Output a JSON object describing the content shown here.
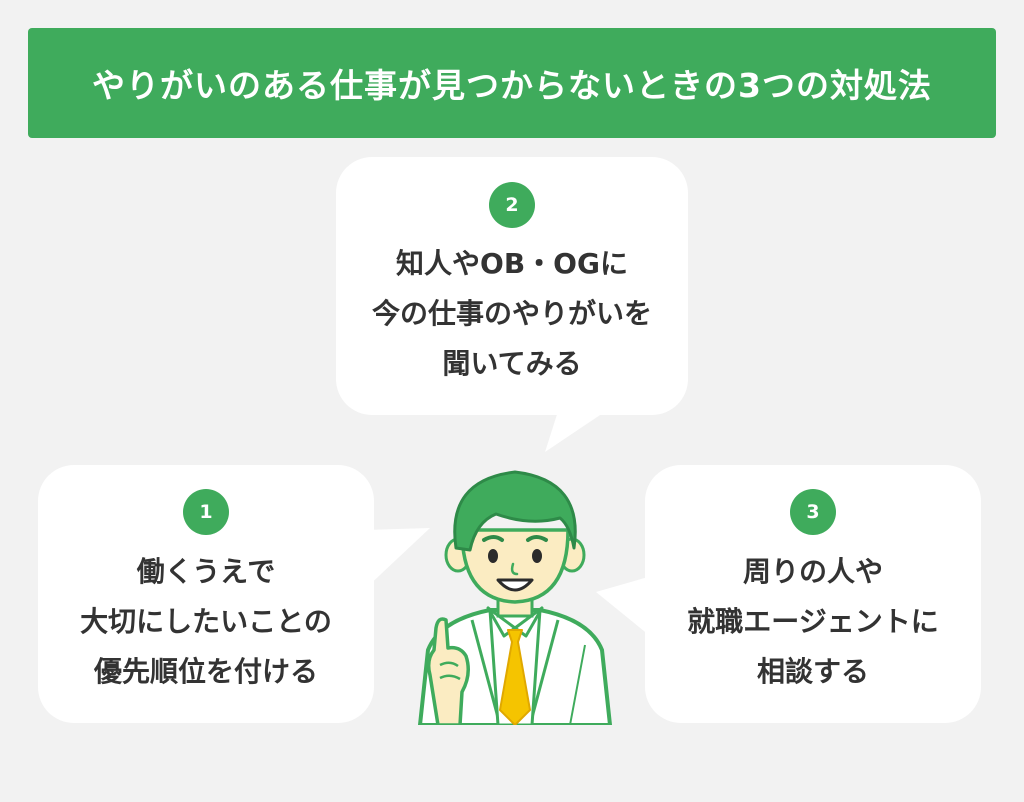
{
  "title": "やりがいのある仕事が見つからないときの3つの対処法",
  "items": [
    {
      "number": "1",
      "lines": [
        "働くうえで",
        "大切にしたいことの",
        "優先順位を付ける"
      ]
    },
    {
      "number": "2",
      "lines": [
        "知人やOB・OGに",
        "今の仕事のやりがいを",
        "聞いてみる"
      ]
    },
    {
      "number": "3",
      "lines": [
        "周りの人や",
        "就職エージェントに",
        "相談する"
      ]
    }
  ],
  "colors": {
    "accent": "#3fab5c",
    "background": "#f2f2f2",
    "bubble": "#ffffff",
    "text": "#333333",
    "tie": "#f5c400",
    "skin": "#fbecc2"
  },
  "icons": [
    "character-man-pointing-icon"
  ]
}
